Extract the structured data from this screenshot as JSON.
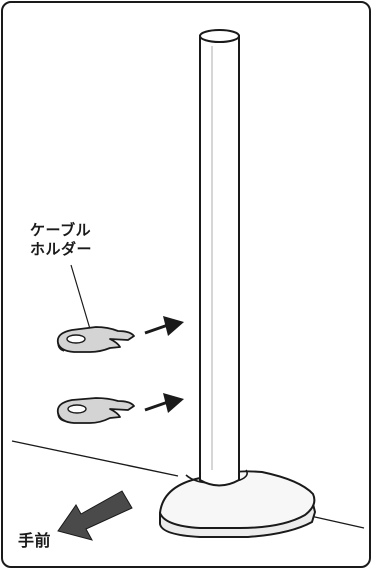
{
  "labels": {
    "cable_holder_line1": "ケーブル",
    "cable_holder_line2": "ホルダー",
    "front": "手前"
  },
  "colors": {
    "line": "#1a1a1a",
    "holder_fill": "#d4d4d4",
    "base_fill": "#f7f7f7",
    "frame_border": "#1a1a1a"
  },
  "icons": {
    "insert_arrow": "right-arrow",
    "direction_arrow": "down-left-arrow"
  }
}
